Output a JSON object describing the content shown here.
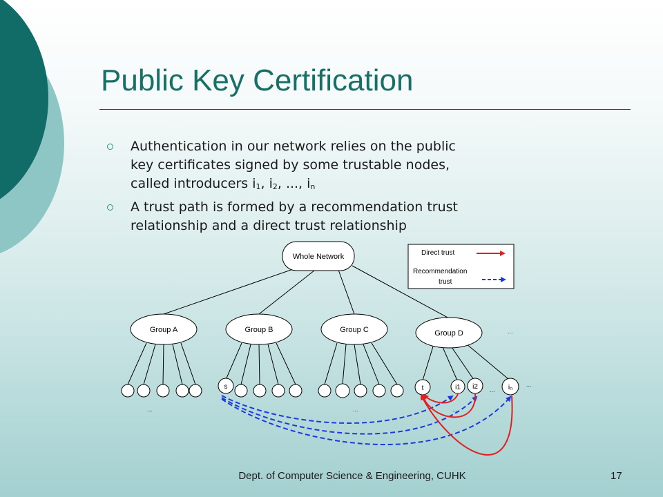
{
  "slide": {
    "title": "Public Key Certification",
    "bullets": [
      {
        "line1": "Authentication in our network relies on the public",
        "line2": "key certificates signed by some trustable nodes,",
        "line3_prefix": "called introducers i",
        "sub1": "1",
        "sep1": ", i",
        "sub2": "2",
        "sep2": ", ..., i",
        "subn": "n"
      },
      {
        "line1": "A trust path is formed by a recommendation trust",
        "line2": "relationship and a direct trust relationship"
      }
    ],
    "footer": "Dept. of Computer Science & Engineering, CUHK",
    "page_number": "17"
  },
  "diagram": {
    "root": "Whole Network",
    "groups": [
      "Group A",
      "Group B",
      "Group C",
      "Group D"
    ],
    "node_labels": {
      "s": "s",
      "t": "t",
      "i1": "i1",
      "i2": "i2",
      "in_base": "i",
      "in_sub": "n"
    },
    "ellipsis": "...",
    "legend": {
      "direct": "Direct trust",
      "recommendation_line1": "Recommendation",
      "recommendation_line2": "trust"
    }
  },
  "colors": {
    "title": "#176f65",
    "direct_trust": "#e02020",
    "recommendation_trust": "#1a3adc",
    "deco_dark": "#116b66",
    "deco_light": "#8ec6c6"
  }
}
